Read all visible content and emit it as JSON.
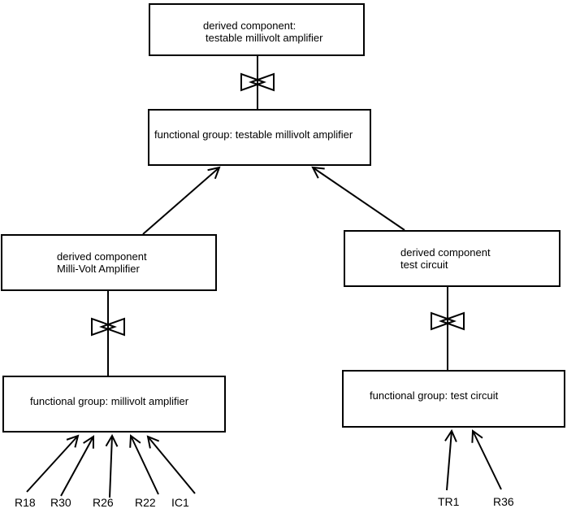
{
  "diagram": {
    "colors": {
      "background": "#ffffff",
      "line": "#000000",
      "text": "#000000"
    },
    "nodes": {
      "derived_testable": {
        "line1": "derived component:",
        "line2": "testable millivolt amplifier"
      },
      "functional_testable": {
        "label": "functional group: testable millivolt amplifier"
      },
      "derived_millivolt": {
        "line1": "derived component",
        "line2": "Milli-Volt Amplifier"
      },
      "derived_test": {
        "line1": "derived component",
        "line2": "test circuit"
      },
      "functional_millivolt": {
        "label": "functional group: millivolt amplifier"
      },
      "functional_test": {
        "label": "functional group: test circuit"
      }
    },
    "components_left": [
      "R18",
      "R30",
      "R26",
      "R22",
      "IC1"
    ],
    "components_right": [
      "TR1",
      "R36"
    ]
  }
}
